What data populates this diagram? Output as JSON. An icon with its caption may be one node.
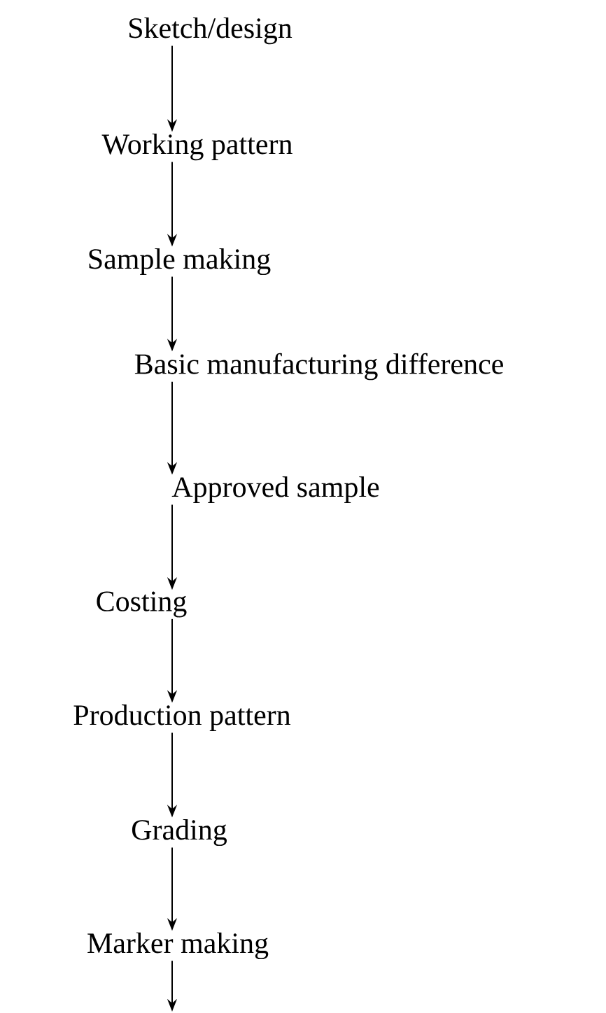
{
  "diagram": {
    "nodes": [
      {
        "text": [
          "Sketch/design"
        ]
      },
      {
        "text": [
          "Working pattern"
        ]
      },
      {
        "text": [
          "Sample making"
        ]
      },
      {
        "text": [
          "Basic manufacturing difference"
        ]
      },
      {
        "text": [
          "Approved sample"
        ]
      },
      {
        "text": [
          "Costing"
        ]
      },
      {
        "text": [
          "Production pattern"
        ]
      },
      {
        "text": [
          "Grading"
        ]
      },
      {
        "text": [
          "Marker making"
        ]
      }
    ],
    "edges": [
      {
        "from": 0,
        "to": 1,
        "arrow": "to"
      },
      {
        "from": 1,
        "to": 2,
        "arrow": "to"
      },
      {
        "from": 2,
        "to": 3,
        "arrow": "to"
      },
      {
        "from": 3,
        "to": 4,
        "arrow": "to"
      },
      {
        "from": 4,
        "to": 5,
        "arrow": "to"
      },
      {
        "from": 5,
        "to": 6,
        "arrow": "to"
      },
      {
        "from": 6,
        "to": 7,
        "arrow": "to"
      },
      {
        "from": 7,
        "to": 8,
        "arrow": "to"
      },
      {
        "from": 8,
        "to": null,
        "arrow": "to"
      }
    ]
  }
}
